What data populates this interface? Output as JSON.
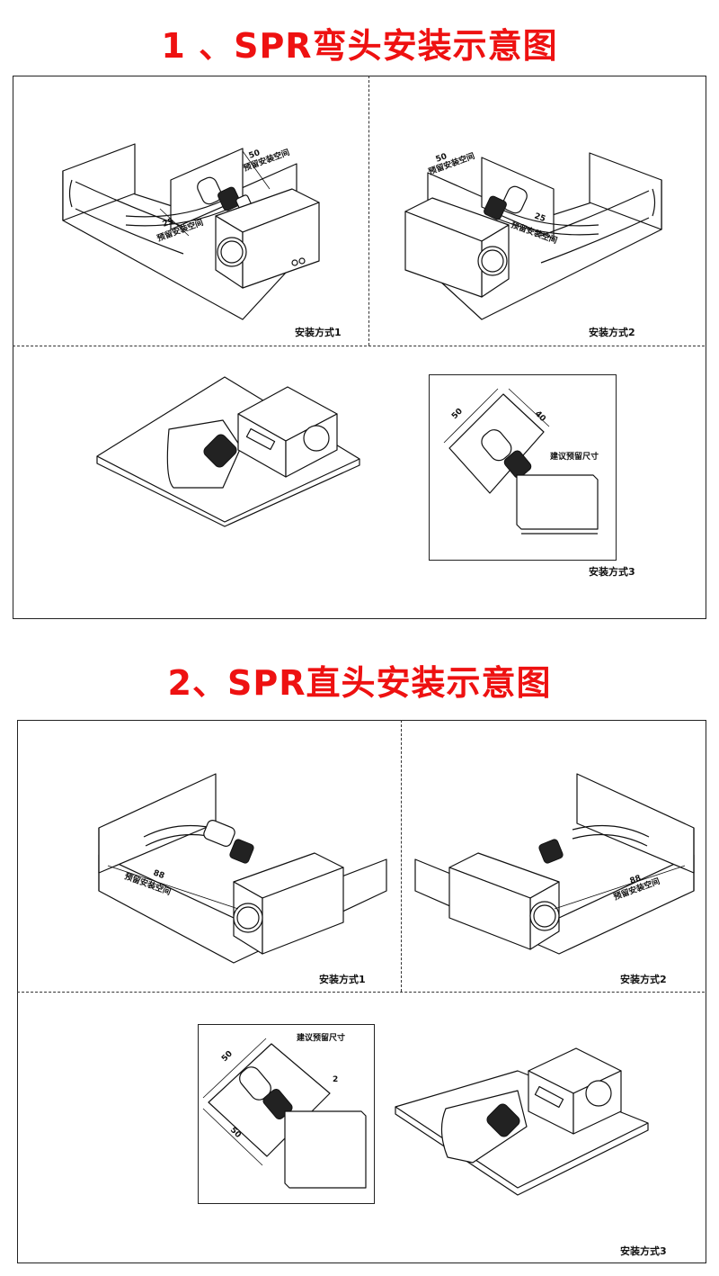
{
  "section1": {
    "title": "1 、SPR弯头安装示意图",
    "panels": [
      {
        "caption": "安装方式1",
        "dim_a": "50",
        "dim_a_label": "预留安装空间",
        "dim_b": "25",
        "dim_b_label": "预留安装空间"
      },
      {
        "caption": "安装方式2",
        "dim_a": "50",
        "dim_a_label": "预留安装空间",
        "dim_b": "25",
        "dim_b_label": "预留安装空间"
      },
      {
        "caption": "安装方式3",
        "dim_a": "50",
        "dim_b": "40",
        "note": "建议预留尺寸"
      }
    ]
  },
  "section2": {
    "title": "2、SPR直头安装示意图",
    "panels": [
      {
        "caption": "安装方式1",
        "dim_a": "88",
        "dim_a_label": "预留安装空间"
      },
      {
        "caption": "安装方式2",
        "dim_a": "88",
        "dim_a_label": "预留安装空间"
      },
      {
        "caption": "安装方式3",
        "dim_a": "50",
        "dim_b": "50",
        "dim_c": "2",
        "note": "建议预留尺寸"
      }
    ]
  },
  "colors": {
    "title": "#ee1111",
    "line": "#111111"
  }
}
